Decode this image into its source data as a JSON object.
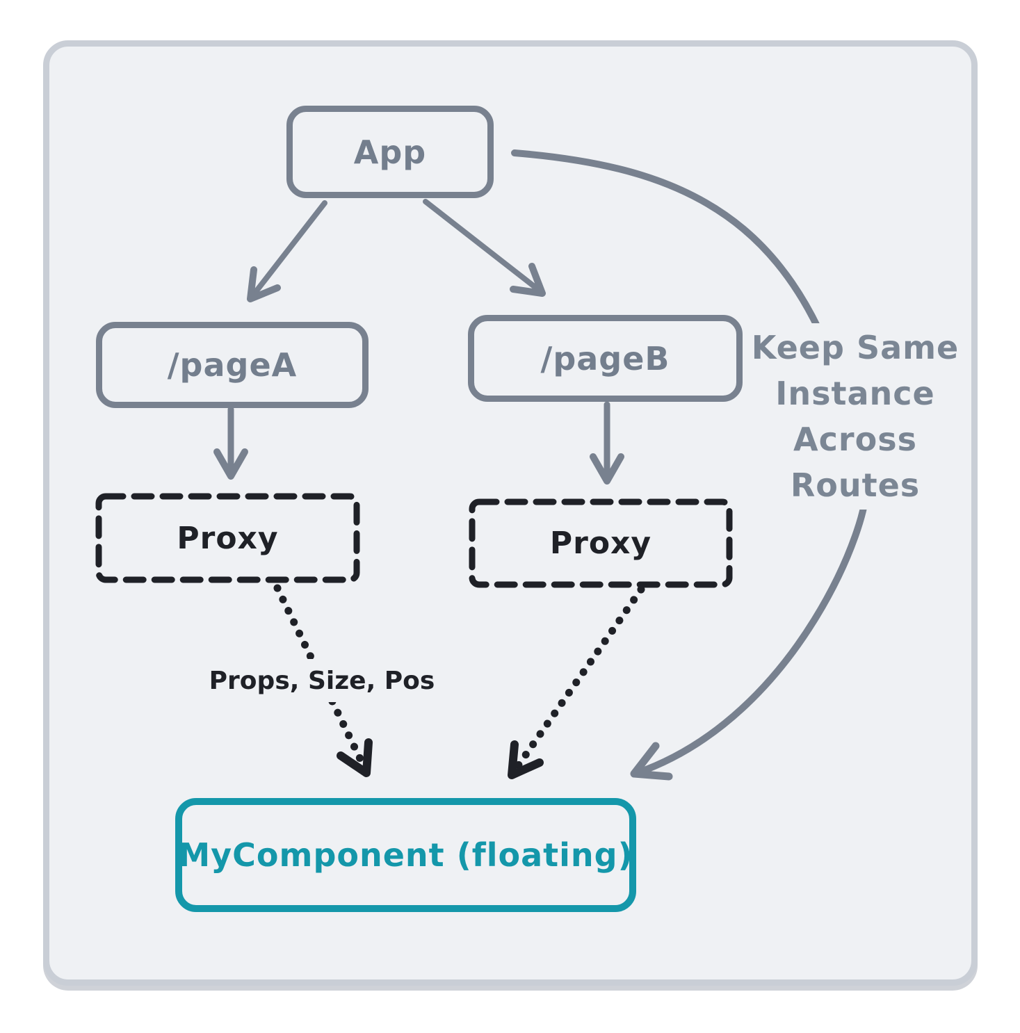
{
  "canvas": {
    "background_color": "#eff1f4",
    "border_color": "#c9ced6"
  },
  "colors": {
    "gray_stroke": "#78818f",
    "black_stroke": "#1f2127",
    "teal_accent": "#1497aa"
  },
  "nodes": {
    "app": {
      "label": "App"
    },
    "page_a": {
      "label": "/pageA"
    },
    "page_b": {
      "label": "/pageB"
    },
    "proxy_a": {
      "label": "Proxy"
    },
    "proxy_b": {
      "label": "Proxy"
    },
    "my_component": {
      "label": "MyComponent (floating)"
    }
  },
  "edges": [
    {
      "from": "app",
      "to": "page_a",
      "style": "solid-arrow"
    },
    {
      "from": "app",
      "to": "page_b",
      "style": "solid-arrow"
    },
    {
      "from": "page_a",
      "to": "proxy_a",
      "style": "solid-arrow"
    },
    {
      "from": "page_b",
      "to": "proxy_b",
      "style": "solid-arrow"
    },
    {
      "from": "proxy_a",
      "to": "my_component",
      "style": "dotted-arrow",
      "label": "Props, Size, Pos"
    },
    {
      "from": "proxy_b",
      "to": "my_component",
      "style": "dotted-arrow"
    },
    {
      "from": "app",
      "to": "my_component",
      "style": "curved-arrow",
      "label": "Keep Same Instance Across Routes"
    }
  ],
  "labels": {
    "props": "Props, Size, Pos",
    "keep_instance_full": "Keep Same Instance Across Routes",
    "keep_instance_lines": [
      "Keep Same",
      "Instance",
      "Across",
      "Routes"
    ]
  }
}
